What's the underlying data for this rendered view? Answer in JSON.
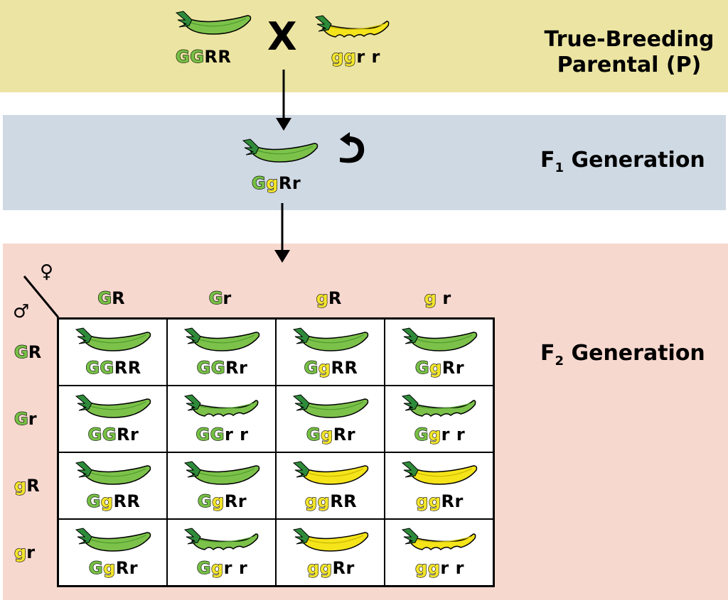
{
  "parental": {
    "label_line1": "True-Breeding",
    "label_line2": "Parental (P)",
    "cross_symbol": "X",
    "parent1": {
      "genotype": [
        {
          "t": "GG",
          "c": "up"
        },
        {
          "t": "RR",
          "c": "blk"
        }
      ]
    },
    "parent2": {
      "genotype": [
        {
          "t": "gg",
          "c": "lo"
        },
        {
          "t": "r r",
          "c": "blk"
        }
      ]
    }
  },
  "f1": {
    "label": "F",
    "label_sub": "1",
    "label_rest": " Generation",
    "genotype": [
      {
        "t": "G",
        "c": "up"
      },
      {
        "t": "g",
        "c": "lo"
      },
      {
        "t": "Rr",
        "c": "blk"
      }
    ],
    "self_icon": "self-pollinate-arrow-icon"
  },
  "f2": {
    "label": "F",
    "label_sub": "2",
    "label_rest": " Generation",
    "female_symbol": "♀",
    "male_symbol": "♂",
    "col_headers": [
      [
        {
          "t": "G",
          "c": "up"
        },
        {
          "t": "R",
          "c": "blk"
        }
      ],
      [
        {
          "t": "G",
          "c": "up"
        },
        {
          "t": "r",
          "c": "blk"
        }
      ],
      [
        {
          "t": "g",
          "c": "lo"
        },
        {
          "t": "R",
          "c": "blk"
        }
      ],
      [
        {
          "t": "g",
          "c": "lo"
        },
        {
          "t": " r",
          "c": "blk"
        }
      ]
    ],
    "row_headers": [
      [
        {
          "t": "G",
          "c": "up"
        },
        {
          "t": "R",
          "c": "blk"
        }
      ],
      [
        {
          "t": "G",
          "c": "up"
        },
        {
          "t": "r",
          "c": "blk"
        }
      ],
      [
        {
          "t": "g",
          "c": "lo"
        },
        {
          "t": "R",
          "c": "blk"
        }
      ],
      [
        {
          "t": "g",
          "c": "lo"
        },
        {
          "t": "r",
          "c": "blk"
        }
      ]
    ],
    "cells": [
      [
        {
          "pod": "green-smooth",
          "g": [
            {
              "t": "GG",
              "c": "up"
            },
            {
              "t": "RR",
              "c": "blk"
            }
          ]
        },
        {
          "pod": "green-smooth",
          "g": [
            {
              "t": "GG",
              "c": "up"
            },
            {
              "t": "Rr",
              "c": "blk"
            }
          ]
        },
        {
          "pod": "green-smooth",
          "g": [
            {
              "t": "G",
              "c": "up"
            },
            {
              "t": "g",
              "c": "lo"
            },
            {
              "t": "RR",
              "c": "blk"
            }
          ]
        },
        {
          "pod": "green-smooth",
          "g": [
            {
              "t": "G",
              "c": "up"
            },
            {
              "t": "g",
              "c": "lo"
            },
            {
              "t": "Rr",
              "c": "blk"
            }
          ]
        }
      ],
      [
        {
          "pod": "green-smooth",
          "g": [
            {
              "t": "GG",
              "c": "up"
            },
            {
              "t": "Rr",
              "c": "blk"
            }
          ]
        },
        {
          "pod": "green-wrinkled",
          "g": [
            {
              "t": "GG",
              "c": "up"
            },
            {
              "t": "r r",
              "c": "blk"
            }
          ]
        },
        {
          "pod": "green-smooth",
          "g": [
            {
              "t": "G",
              "c": "up"
            },
            {
              "t": "g",
              "c": "lo"
            },
            {
              "t": "Rr",
              "c": "blk"
            }
          ]
        },
        {
          "pod": "green-wrinkled",
          "g": [
            {
              "t": "G",
              "c": "up"
            },
            {
              "t": "g",
              "c": "lo"
            },
            {
              "t": "r r",
              "c": "blk"
            }
          ]
        }
      ],
      [
        {
          "pod": "green-smooth",
          "g": [
            {
              "t": "G",
              "c": "up"
            },
            {
              "t": "g",
              "c": "lo"
            },
            {
              "t": "RR",
              "c": "blk"
            }
          ]
        },
        {
          "pod": "green-smooth",
          "g": [
            {
              "t": "G",
              "c": "up"
            },
            {
              "t": "g",
              "c": "lo"
            },
            {
              "t": "Rr",
              "c": "blk"
            }
          ]
        },
        {
          "pod": "yellow-smooth",
          "g": [
            {
              "t": "gg",
              "c": "lo"
            },
            {
              "t": "RR",
              "c": "blk"
            }
          ]
        },
        {
          "pod": "yellow-smooth",
          "g": [
            {
              "t": "gg",
              "c": "lo"
            },
            {
              "t": "Rr",
              "c": "blk"
            }
          ]
        }
      ],
      [
        {
          "pod": "green-smooth",
          "g": [
            {
              "t": "G",
              "c": "up"
            },
            {
              "t": "g",
              "c": "lo"
            },
            {
              "t": "Rr",
              "c": "blk"
            }
          ]
        },
        {
          "pod": "green-wrinkled",
          "g": [
            {
              "t": "G",
              "c": "up"
            },
            {
              "t": "g",
              "c": "lo"
            },
            {
              "t": "r r",
              "c": "blk"
            }
          ]
        },
        {
          "pod": "yellow-smooth",
          "g": [
            {
              "t": "gg",
              "c": "lo"
            },
            {
              "t": "Rr",
              "c": "blk"
            }
          ]
        },
        {
          "pod": "yellow-wrinkled",
          "g": [
            {
              "t": "gg",
              "c": "lo"
            },
            {
              "t": "r r",
              "c": "blk"
            }
          ]
        }
      ]
    ]
  },
  "colors": {
    "pod_green": "#7cc24a",
    "pod_green_dark": "#4e9a2d",
    "pod_yellow": "#f5e41a",
    "pod_yellow_dark": "#c9b800",
    "calyx": "#2e8b3a",
    "band_p": "#ece4a2",
    "band_f1": "#cfd9e3",
    "band_f2": "#f7d8cf"
  }
}
